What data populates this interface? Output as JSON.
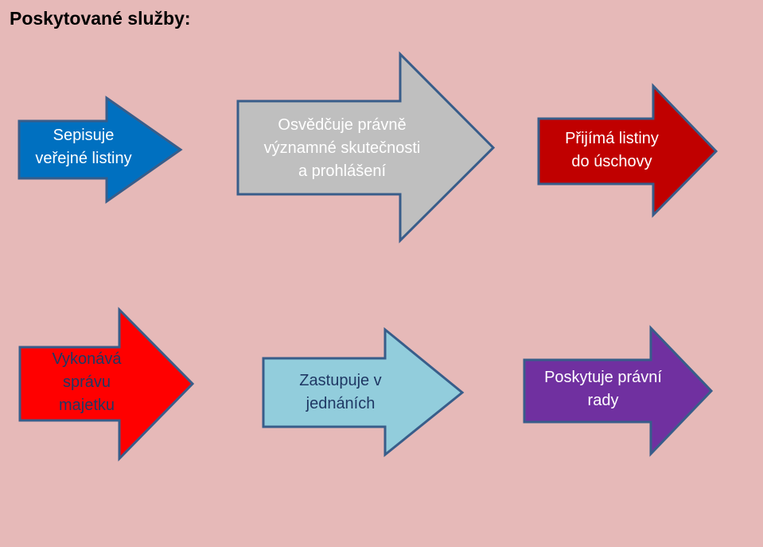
{
  "title": "Poskytované služby:",
  "colors": {
    "background": "#e6b9b8",
    "outline": "#385d8a",
    "blue": "#0070c0",
    "gray": "#bfbfbf",
    "dark_red": "#c00000",
    "red": "#ff0000",
    "light_blue": "#92cddc",
    "purple": "#7030a0"
  },
  "services": [
    {
      "lines": [
        "Sepisuje",
        "veřejné listiny"
      ],
      "color": "#0070c0",
      "text_color": "#ffffff"
    },
    {
      "lines": [
        "Osvědčuje právně",
        "významné skutečnosti",
        "a prohlášení"
      ],
      "color": "#bfbfbf",
      "text_color": "#ffffff"
    },
    {
      "lines": [
        "Přijímá listiny",
        "do úschovy"
      ],
      "color": "#c00000",
      "text_color": "#ffffff"
    },
    {
      "lines": [
        "Vykonává",
        "správu",
        "majetku"
      ],
      "color": "#ff0000",
      "text_color": "#1f3864"
    },
    {
      "lines": [
        "Zastupuje v",
        "jednáních"
      ],
      "color": "#92cddc",
      "text_color": "#1f3864"
    },
    {
      "lines": [
        "Poskytuje právní",
        "rady"
      ],
      "color": "#7030a0",
      "text_color": "#ffffff"
    }
  ]
}
